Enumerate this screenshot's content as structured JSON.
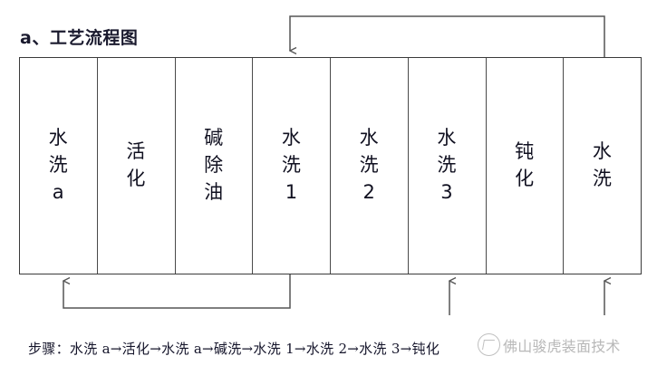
{
  "diagram": {
    "title": "a、工艺流程图",
    "tanks": [
      {
        "label": "水\n洗\na",
        "name": "tank-water-rinse-a"
      },
      {
        "label": "活\n化",
        "name": "tank-activation"
      },
      {
        "label": "碱\n除\n油",
        "name": "tank-alkaline-degrease"
      },
      {
        "label": "水\n洗\n1",
        "name": "tank-water-rinse-1"
      },
      {
        "label": "水\n洗\n2",
        "name": "tank-water-rinse-2"
      },
      {
        "label": "水\n洗\n3",
        "name": "tank-water-rinse-3"
      },
      {
        "label": "钝\n化",
        "name": "tank-passivation"
      },
      {
        "label": "水\n洗",
        "name": "tank-water-rinse-final"
      }
    ],
    "steps_label": "步骤：水洗 a→活化→水洗 a→碱洗→水洗 1→水洗 2→水洗 3→钝化",
    "colors": {
      "border": "#3a3a3a",
      "divider": "#4a4a4a",
      "text": "#101020",
      "connector": "#555555",
      "watermark": "#8d8d8d"
    }
  },
  "watermark": {
    "text": "佛山骏虎装面技术",
    "logo_icon": "circle-hook-logo-icon"
  }
}
